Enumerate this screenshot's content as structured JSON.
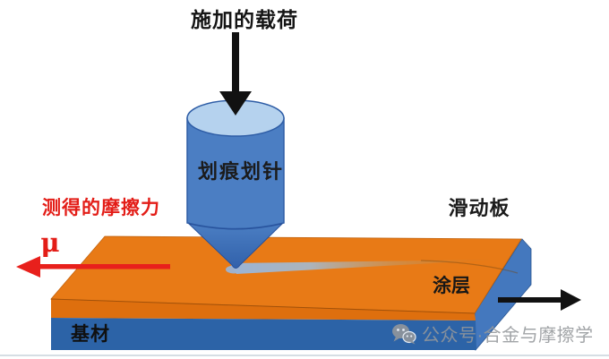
{
  "diagram": {
    "title": "施加的载荷",
    "labels": {
      "stylus": "划痕划针",
      "friction_force": "测得的摩擦力",
      "mu": "μ",
      "sliding_plate": "滑动板",
      "coating": "涂层",
      "substrate": "基材"
    },
    "watermark": {
      "icon": "wechat-icon",
      "text": "公众号·合金与摩擦学"
    },
    "colors": {
      "coating_top": "#E87A16",
      "coating_front": "#DE6F0E",
      "substrate_front": "#2C63A7",
      "substrate_side": "#4478BE",
      "stylus_body": "#4B7EC3",
      "stylus_top": "#B5D2EE",
      "arrow_black": "#111111",
      "arrow_red": "#E8201C",
      "groove_blue": "#9AB4D6",
      "watermark_gray": "#95989B",
      "label_black": "#1A1A1A",
      "label_red": "#E31D17"
    }
  }
}
